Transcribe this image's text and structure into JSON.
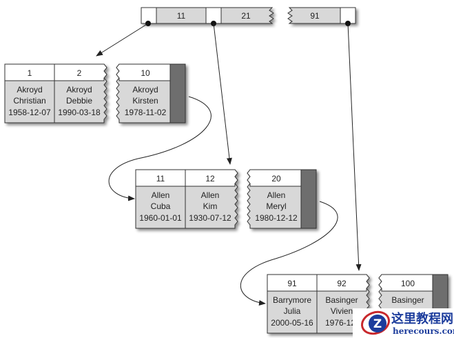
{
  "diagram": {
    "type": "b-tree-index",
    "colors": {
      "header_fill": "#ffffff",
      "data_fill": "#d8d8d8",
      "pointer_fill": "#6e6e6e",
      "border": "#333333",
      "arrow": "#222222"
    },
    "root": {
      "keys": [
        "11",
        "21",
        "91"
      ]
    },
    "leaves": [
      {
        "records": [
          {
            "key": "1",
            "last": "Akroyd",
            "first": "Christian",
            "dob": "1958-12-07"
          },
          {
            "key": "2",
            "last": "Akroyd",
            "first": "Debbie",
            "dob": "1990-03-18"
          },
          {
            "key": "10",
            "last": "Akroyd",
            "first": "Kirsten",
            "dob": "1978-11-02"
          }
        ]
      },
      {
        "records": [
          {
            "key": "11",
            "last": "Allen",
            "first": "Cuba",
            "dob": "1960-01-01"
          },
          {
            "key": "12",
            "last": "Allen",
            "first": "Kim",
            "dob": "1930-07-12"
          },
          {
            "key": "20",
            "last": "Allen",
            "first": "Meryl",
            "dob": "1980-12-12"
          }
        ]
      },
      {
        "records": [
          {
            "key": "91",
            "last": "Barrymore",
            "first": "Julia",
            "dob": "2000-05-16"
          },
          {
            "key": "92",
            "last": "Basinger",
            "first": "Vivien",
            "dob": "1976-12-"
          },
          {
            "key": "100",
            "last": "Basinger",
            "first": "",
            "dob": ""
          }
        ]
      }
    ]
  },
  "watermark": {
    "title": "这里教程网",
    "url": "herecours.com",
    "logo_letter": "Z"
  }
}
